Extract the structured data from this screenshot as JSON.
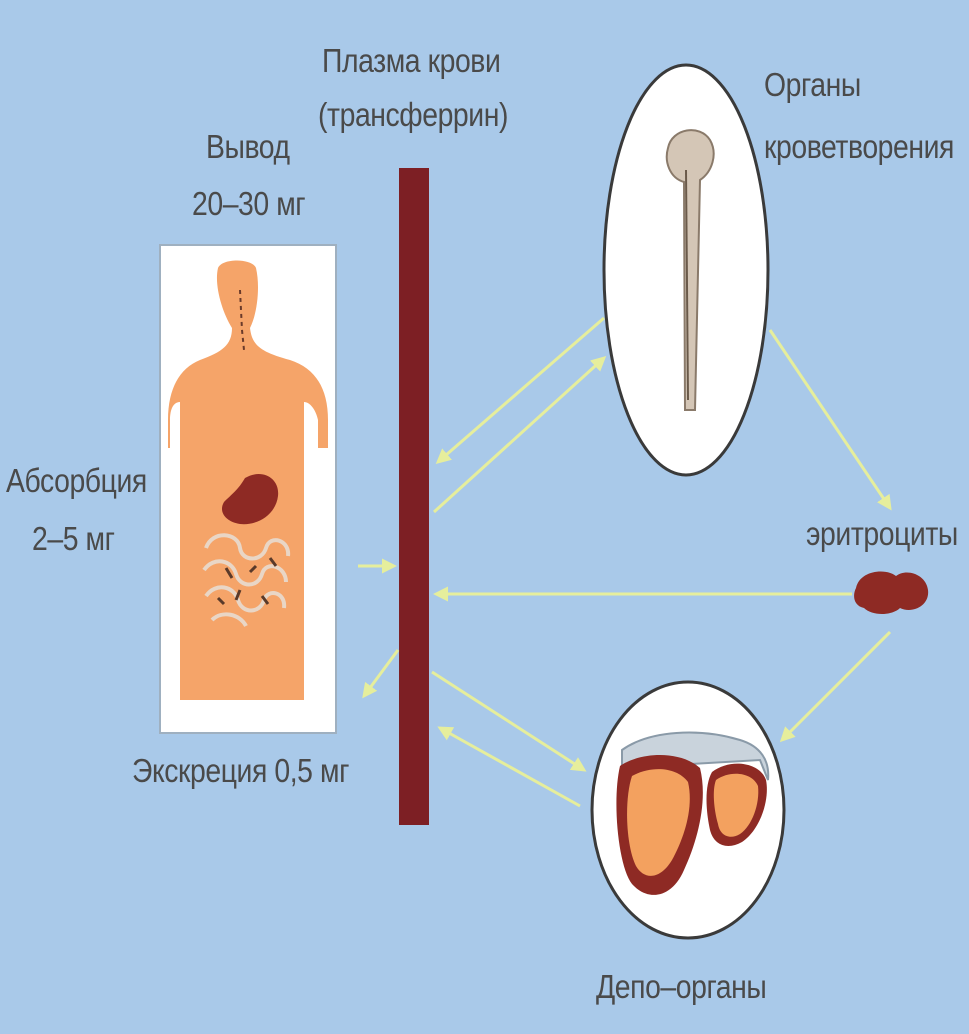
{
  "labels": {
    "plasma_line1": "Плазма крови",
    "plasma_line2": "(трансферрин)",
    "output_line1": "Вывод",
    "output_line2": "20–30 мг",
    "absorption_line1": "Абсорбция",
    "absorption_line2": "2–5 мг",
    "excretion": "Экскреция 0,5 мг",
    "hematopoiesis_line1": "Органы",
    "hematopoiesis_line2": "кроветворения",
    "erythrocytes": "эритроциты",
    "depot": "Депо–органы"
  },
  "colors": {
    "background": "#a9c9e9",
    "plasma_bar": "#7d1f24",
    "arrow": "#e6ee9c",
    "body": "#f5a469",
    "organ_dark": "#8e2a24",
    "text": "#4a4a4a"
  }
}
